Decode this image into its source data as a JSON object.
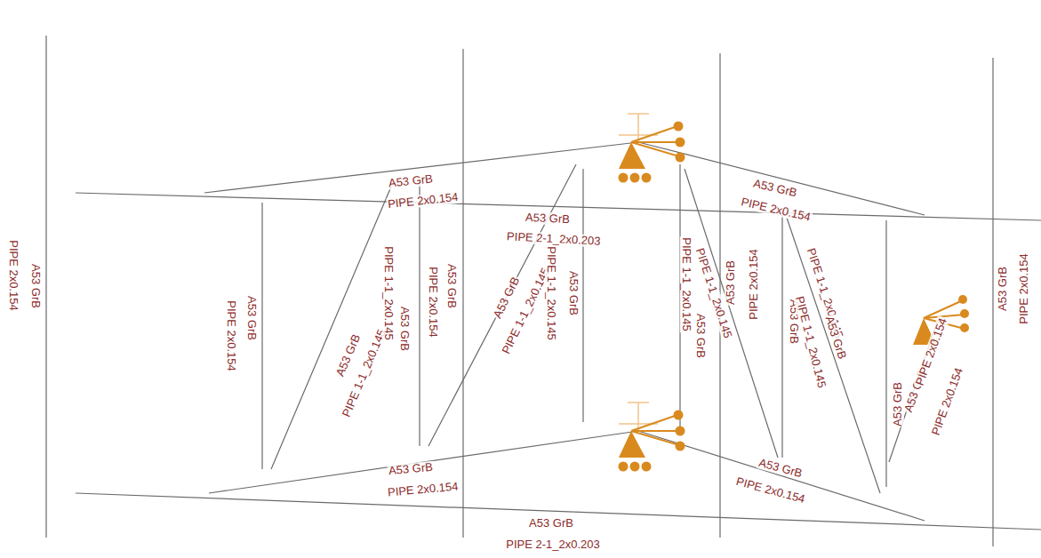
{
  "diagram": {
    "labels": [
      "A53 GrB",
      "PIPE 2x0.154",
      "A53 GrB",
      "PIPE 2x0.154",
      "A53 GrB",
      "PIPE 2x0.154",
      "A53 GrB",
      "PIPE 2-1_2x0.203",
      "A53 GrB",
      "PIPE 2x0.154",
      "A53 GrB",
      "PIPE 1-1_2x0.145",
      "PIPE 1-1_2x0.145",
      "A53 GrB",
      "PIPE 2x0.154",
      "A53 GrB",
      "A53 GrB",
      "PIPE 1-1_2x0.145",
      "PIPE 1-1_2x0.145",
      "A53 GrB",
      "PIPE 1-1_2x0.145",
      "A53 GrB",
      "PIPE 1-1_2x0.145",
      "A53 GrB",
      "PIPE 2x0.154",
      "A53 GrB",
      "PIPE 1-1_2x0.145",
      "PIPE 1-1_2x0.145",
      "A53 GrB",
      "A53 GrB",
      "A53 GrB",
      "PIPE 2x0.154",
      "PIPE 2x0.154",
      "A53 GrB",
      "PIPE 2x0.154",
      "A53 GrB",
      "PIPE 2x0.154",
      "A53 GrB",
      "PIPE 2x0.154",
      "A53 GrB",
      "PIPE 2-1_2x0.203"
    ]
  }
}
